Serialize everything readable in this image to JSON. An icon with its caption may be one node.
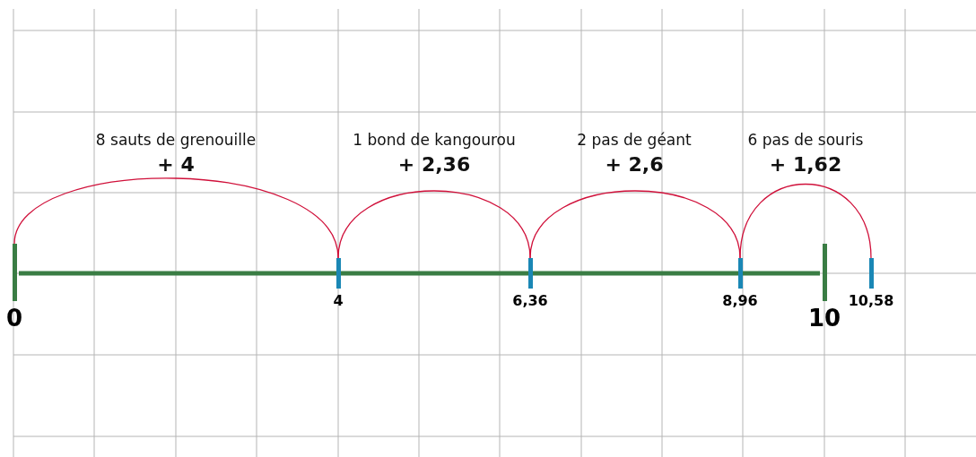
{
  "diagram": {
    "nodes": [
      {
        "text": [
          "0"
        ]
      },
      {
        "text": [
          "4"
        ]
      },
      {
        "text": [
          "6,36"
        ]
      },
      {
        "text": [
          "8,96"
        ]
      },
      {
        "text": [
          "10"
        ]
      },
      {
        "text": [
          "10,58"
        ]
      }
    ],
    "edges": [
      {
        "from": 0,
        "to": 1,
        "arrow": "none"
      },
      {
        "from": 1,
        "to": 2,
        "arrow": "none"
      },
      {
        "from": 2,
        "to": 3,
        "arrow": "none"
      },
      {
        "from": 3,
        "to": 5,
        "arrow": "none"
      },
      {
        "from": 0,
        "to": 4,
        "arrow": "none",
        "style": "thick",
        "color": "#3a7d44"
      }
    ],
    "labels": [
      "8 sauts de grenouille",
      "+ 4",
      "1 bond de kangourou",
      "+ 2,36",
      "2 pas de géant",
      "+ 2,6",
      "6 pas de souris",
      "+ 1,62"
    ]
  }
}
